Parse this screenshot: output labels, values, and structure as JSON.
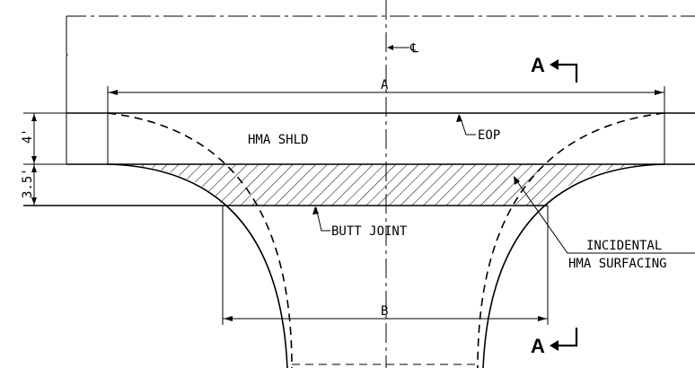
{
  "labels": {
    "centerline": "℄",
    "section_top": "A",
    "section_bottom": "A",
    "dim_a": "A",
    "dim_b": "B",
    "dim_4": "4'",
    "dim_35": "3.5'",
    "hma_shld": "HMA SHLD",
    "eop": "EOP",
    "butt_joint": "BUTT JOINT",
    "incidental_1": "INCIDENTAL",
    "incidental_2": "HMA SURFACING"
  }
}
